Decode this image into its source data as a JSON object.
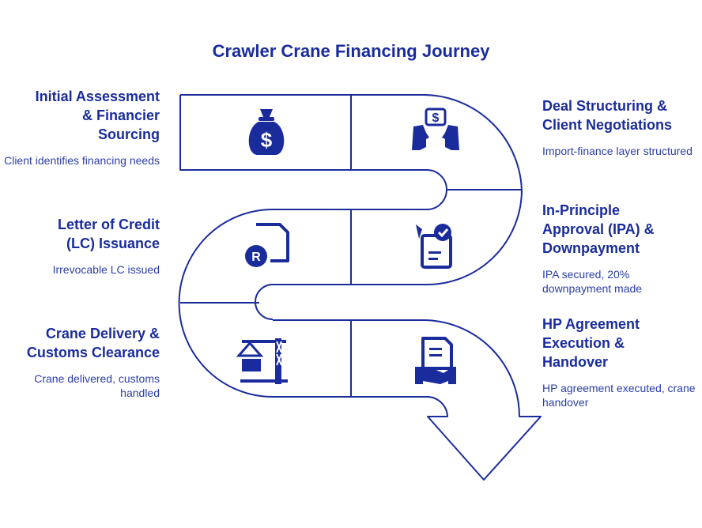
{
  "title": "Crawler Crane Financing Journey",
  "colors": {
    "primary": "#1a2c9c",
    "background": "#ffffff"
  },
  "steps": [
    {
      "title_lines": [
        "Initial Assessment",
        "& Financier",
        "Sourcing"
      ],
      "description": "Client identifies financing needs",
      "icon": "money-bag-icon"
    },
    {
      "title_lines": [
        "Deal Structuring &",
        "Client Negotiations"
      ],
      "description": "Import-finance layer structured",
      "icon": "negotiation-icon"
    },
    {
      "title_lines": [
        "In-Principle",
        "Approval (IPA) &",
        "Downpayment"
      ],
      "description": "IPA secured, 20% downpayment made",
      "icon": "approval-document-icon"
    },
    {
      "title_lines": [
        "Letter of Credit",
        "(LC) Issuance"
      ],
      "description": "Irrevocable LC issued",
      "icon": "rupee-document-icon"
    },
    {
      "title_lines": [
        "Crane Delivery &",
        "Customs Clearance"
      ],
      "description": "Crane delivered, customs handled",
      "icon": "crane-icon"
    },
    {
      "title_lines": [
        "HP Agreement",
        "Execution &",
        "Handover"
      ],
      "description": "HP agreement executed, crane handover",
      "icon": "handshake-document-icon"
    }
  ]
}
